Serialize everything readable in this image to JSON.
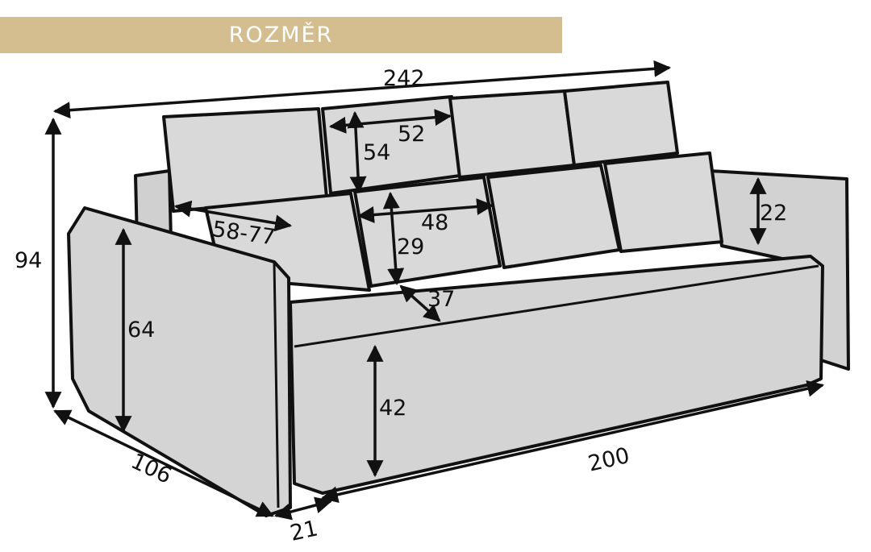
{
  "header": {
    "title": "ROZMĚR",
    "background_color": "#d4bd8f",
    "text_color": "#ffffff"
  },
  "diagram": {
    "subject": "sofa",
    "unit": "cm",
    "dimensions": {
      "total_width": "242",
      "total_height": "94",
      "depth": "106",
      "leg_offset": "21",
      "seat_width": "200",
      "seat_height": "42",
      "armrest_height": "64",
      "armrest_above_seat": "22",
      "seat_depth_to_pillow": "37",
      "back_pillow_width": "52",
      "back_pillow_height": "54",
      "front_pillow_width": "48",
      "front_pillow_height": "29",
      "seat_depth_range": "58-77"
    }
  }
}
